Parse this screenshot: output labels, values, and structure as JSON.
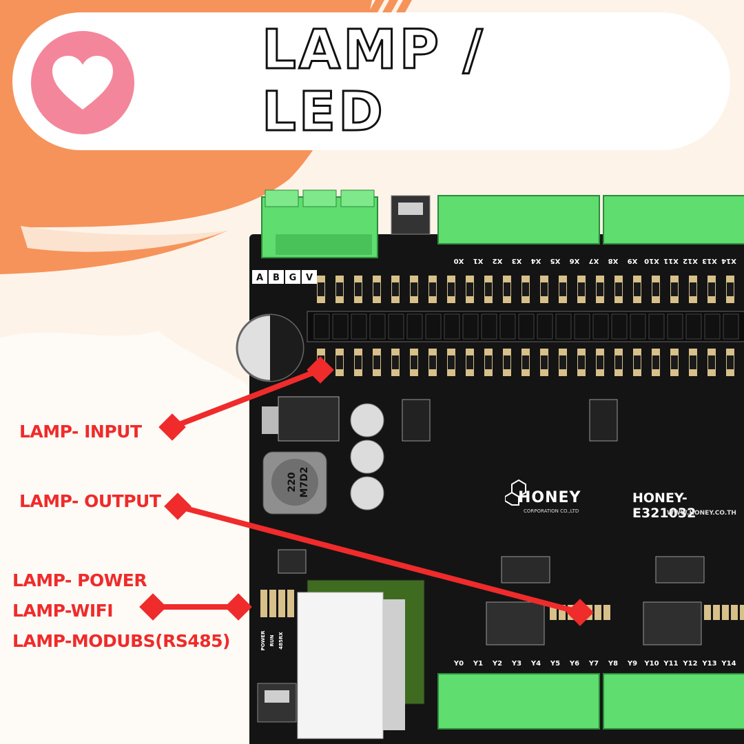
{
  "title": "LAMP / LED",
  "colors": {
    "accent_orange": "#f6935a",
    "heart_pink": "#f4869b",
    "callout_red": "#ef2b2b",
    "terminal_green": "#5fdd6f",
    "board_black": "#141414"
  },
  "callouts": {
    "input": "LAMP- INPUT",
    "output": "LAMP- OUTPUT",
    "power": "LAMP- POWER",
    "wifi": "LAMP-WIFI",
    "modbus": "LAMP-MODUBS(RS485)"
  },
  "board": {
    "brand": "HONEY",
    "brand_sub": "CORPORATION CO.,LTD",
    "model": "HONEY-E321032",
    "website": "WWW.HONEY.CO.TH",
    "inductor_text": "220\nM7D2",
    "bus_labels": [
      "A",
      "B",
      "G",
      "V"
    ],
    "input_labels": [
      "X0",
      "X1",
      "X2",
      "X3",
      "X4",
      "X5",
      "X6",
      "X7",
      "X8",
      "X9",
      "X10",
      "X11",
      "X12",
      "X13",
      "X14"
    ],
    "output_labels": [
      "Y0",
      "Y1",
      "Y2",
      "Y3",
      "Y4",
      "Y5",
      "Y6",
      "Y7",
      "Y8",
      "Y9",
      "Y10",
      "Y11",
      "Y12",
      "Y13",
      "Y14"
    ],
    "status_labels": [
      "POWER",
      "RUN",
      "485RX"
    ]
  }
}
